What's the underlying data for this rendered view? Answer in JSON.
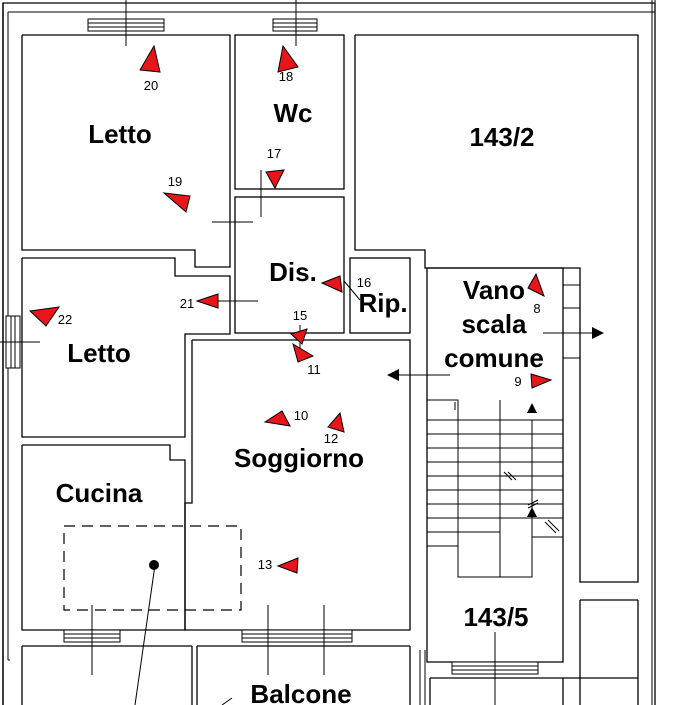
{
  "rooms": {
    "letto_top": "Letto",
    "wc": "Wc",
    "unit_143_2": "143/2",
    "dis": "Dis.",
    "rip": "Rip.",
    "vano_line1": "Vano",
    "vano_line2": "scala",
    "vano_line3": "comune",
    "letto_left": "Letto",
    "soggiorno": "Soggiorno",
    "cucina": "Cucina",
    "unit_143_5": "143/5",
    "balcone": "Balcone"
  },
  "viewpoints": {
    "v8": "8",
    "v9": "9",
    "v10": "10",
    "v11": "11",
    "v12": "12",
    "v13": "13",
    "v15": "15",
    "v16": "16",
    "v17": "17",
    "v18": "18",
    "v19": "19",
    "v20": "20",
    "v21": "21",
    "v22": "22"
  },
  "colors": {
    "wall": "#000000",
    "marker": "#e8151b",
    "background": "#ffffff"
  }
}
